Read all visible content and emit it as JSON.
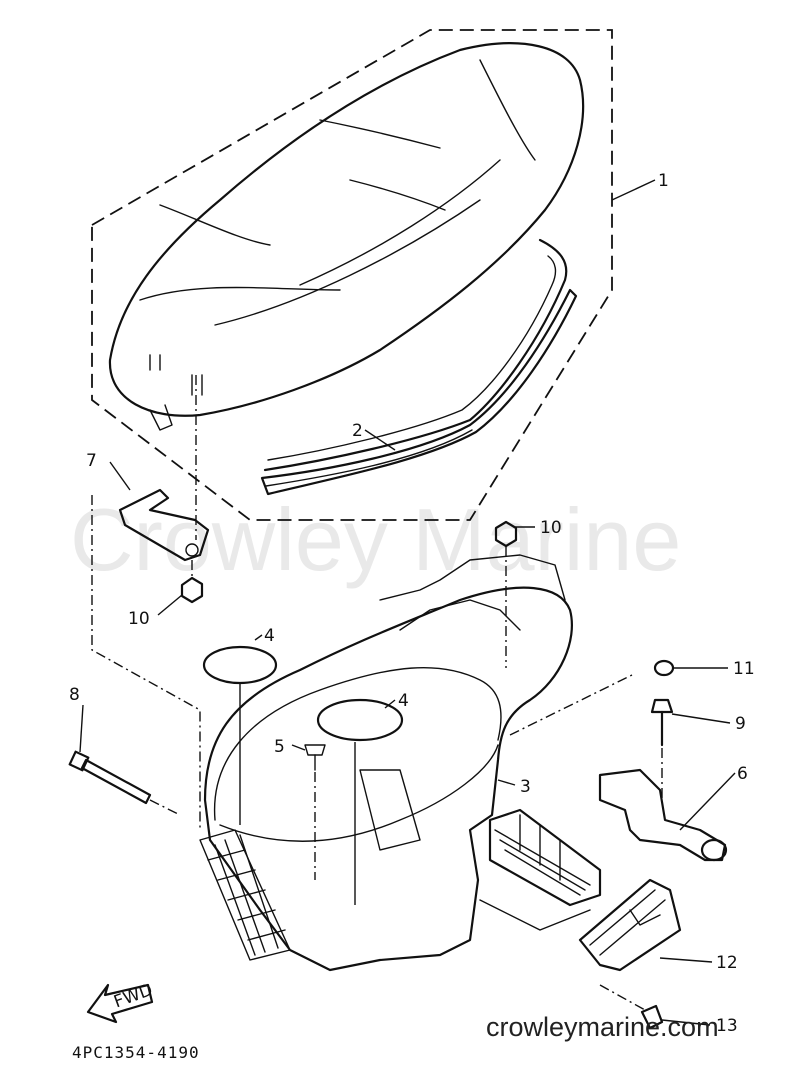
{
  "diagram": {
    "part_code": "4PC1354-4190",
    "watermark": "Crowley Marine",
    "footer_url": "crowleymarine.com",
    "fwd_label": "FWD",
    "callouts": {
      "c1": "1",
      "c2": "2",
      "c3": "3",
      "c4a": "4",
      "c4b": "4",
      "c5": "5",
      "c6": "6",
      "c7": "7",
      "c8": "8",
      "c9": "9",
      "c10a": "10",
      "c10b": "10",
      "c11": "11",
      "c12": "12",
      "c13": "13"
    }
  }
}
